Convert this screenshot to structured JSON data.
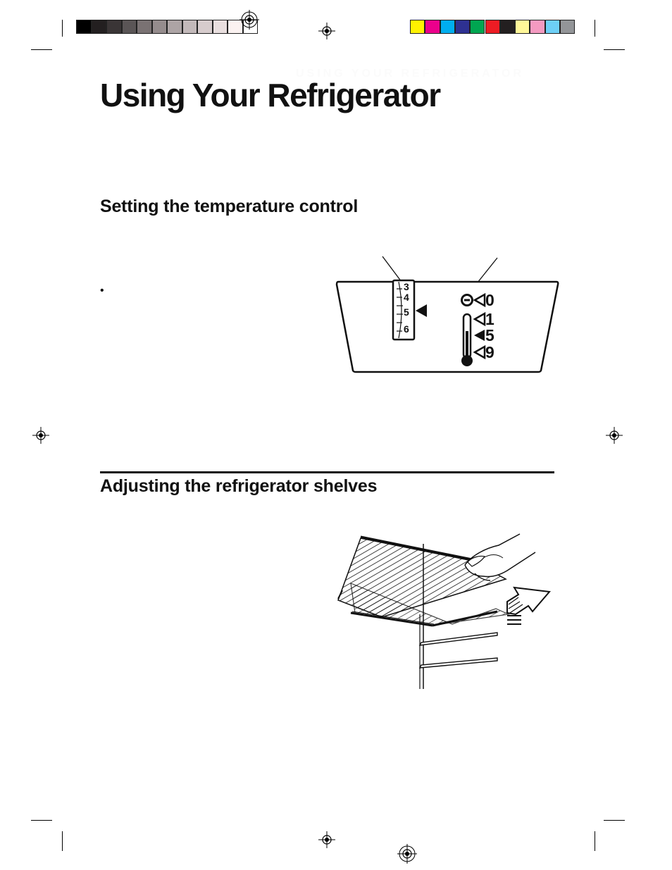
{
  "print_marks": {
    "grayscale_bar": [
      "#000000",
      "#231f20",
      "#3a3536",
      "#5a5556",
      "#7a7273",
      "#958c8d",
      "#ada4a5",
      "#c3b9ba",
      "#d7cccd",
      "#e9dfdf",
      "#fbf2f1",
      "#ffffff"
    ],
    "color_bar": [
      "#fff200",
      "#ec008c",
      "#00aeef",
      "#2e3192",
      "#00a651",
      "#ed1c24",
      "#231f20",
      "#fff799",
      "#f49ac1",
      "#6dcff6",
      "#939598"
    ]
  },
  "header": {
    "running_head": "USING YOUR REFRIGERATOR",
    "page_title": "Using Your Refrigerator"
  },
  "sections": [
    {
      "heading": "Setting the temperature control",
      "bullet": "•"
    },
    {
      "heading": "Adjusting the refrigerator shelves"
    }
  ],
  "control_panel": {
    "freezer_dial_numbers": [
      "3",
      "4",
      "5",
      "6"
    ],
    "fridge_settings": [
      "0",
      "1",
      "5",
      "9"
    ],
    "off_symbol": "off-circle-icon",
    "thermometer_icon": "thermometer-icon",
    "indicator_arrow": "triangle-pointer-icon"
  },
  "shelf_illustration": {
    "icon": "hand-lifting-shelf-icon",
    "arrow": "up-arrow-icon"
  }
}
